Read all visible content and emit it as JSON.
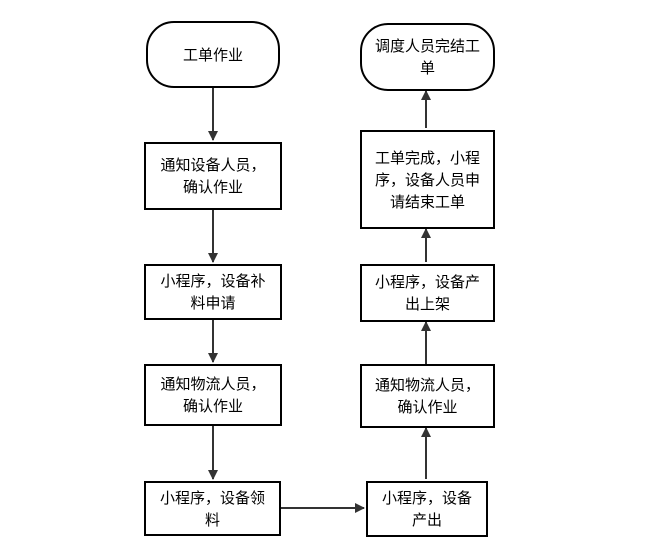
{
  "flowchart": {
    "nodes": [
      {
        "id": "start",
        "shape": "terminal",
        "label": "工单作业"
      },
      {
        "id": "notify-equipment",
        "shape": "process",
        "label": "通知设备人员，确认作业"
      },
      {
        "id": "material-request",
        "shape": "process",
        "label": "小程序，设备补料申请"
      },
      {
        "id": "notify-logistics-1",
        "shape": "process",
        "label": "通知物流人员，确认作业"
      },
      {
        "id": "equipment-pick",
        "shape": "process",
        "label": "小程序，设备领料"
      },
      {
        "id": "equipment-output",
        "shape": "process",
        "label": "小程序，设备产出"
      },
      {
        "id": "notify-logistics-2",
        "shape": "process",
        "label": "通知物流人员，确认作业"
      },
      {
        "id": "output-shelving",
        "shape": "process",
        "label": "小程序，设备产出上架"
      },
      {
        "id": "order-complete",
        "shape": "process",
        "label": "工单完成，小程序，设备人员申请结束工单"
      },
      {
        "id": "end",
        "shape": "terminal",
        "label": "调度人员完结工单"
      }
    ],
    "edges": [
      {
        "from": "start",
        "to": "notify-equipment"
      },
      {
        "from": "notify-equipment",
        "to": "material-request"
      },
      {
        "from": "material-request",
        "to": "notify-logistics-1"
      },
      {
        "from": "notify-logistics-1",
        "to": "equipment-pick"
      },
      {
        "from": "equipment-pick",
        "to": "equipment-output"
      },
      {
        "from": "equipment-output",
        "to": "notify-logistics-2"
      },
      {
        "from": "notify-logistics-2",
        "to": "output-shelving"
      },
      {
        "from": "output-shelving",
        "to": "order-complete"
      },
      {
        "from": "order-complete",
        "to": "end"
      }
    ]
  }
}
